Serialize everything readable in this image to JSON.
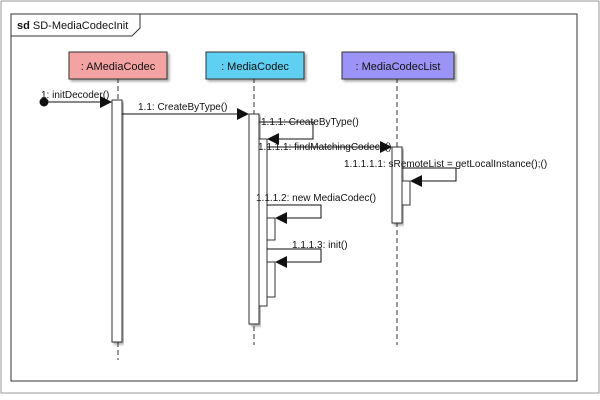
{
  "frame": {
    "title_prefix": "sd",
    "title_name": "SD-MediaCodecInit"
  },
  "lifelines": [
    {
      "name": ": AMediaCodec",
      "color": "#f4a3a3"
    },
    {
      "name": ": MediaCodec",
      "color": "#5fd0f2"
    },
    {
      "name": ": MediaCodecList",
      "color": "#9b93f5"
    }
  ],
  "messages": [
    {
      "label": "1: initDecoder()"
    },
    {
      "label": "1.1: CreateByType()"
    },
    {
      "label": "1.1.1: CreateByType()"
    },
    {
      "label": "1.1.1.1: findMatchingCodecs()"
    },
    {
      "label": "1.1.1.1.1: sRemoteList = getLocalInstance();()"
    },
    {
      "label": "1.1.1.2: new MediaCodec()"
    },
    {
      "label": "1.1.1.3: init()"
    }
  ]
}
